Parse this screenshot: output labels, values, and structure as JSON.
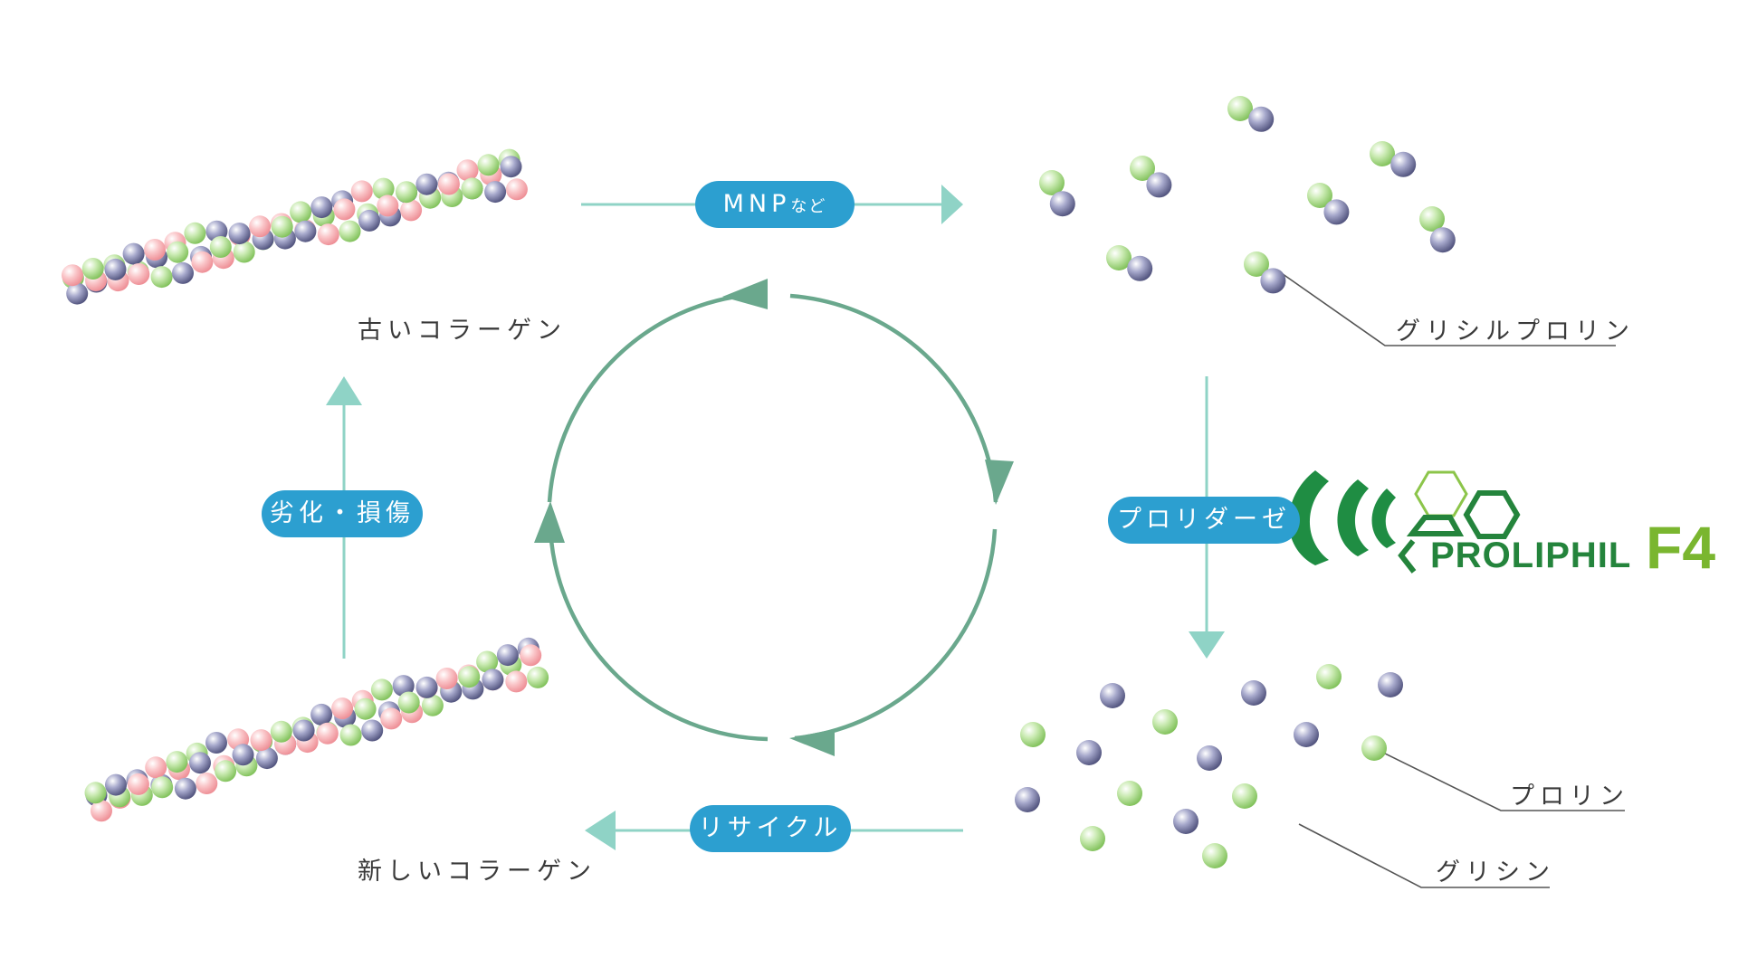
{
  "labels": {
    "old_collagen": "古いコラーゲン",
    "new_collagen": "新しいコラーゲン",
    "glycylproline": "グリシルプロリン",
    "proline": "プロリン",
    "glycine": "グリシン"
  },
  "steps": {
    "mnp_main": "MNP",
    "mnp_sub": "など",
    "deterioration": "劣化・損傷",
    "prolidase": "プロリダーゼ",
    "recycle": "リサイクル"
  },
  "logo": {
    "text": "PROLIPHIL",
    "suffix": "F4"
  },
  "colors": {
    "pill_blue": "#2c9fd0",
    "arrow_teal": "#8fd3c6",
    "cycle_green": "#6aa88d",
    "bead_green": "#a6d98a",
    "bead_purple": "#7a7ca8",
    "bead_pink": "#f4a8ad",
    "logo_dark_green": "#24843c",
    "logo_light_green": "#7ab62f"
  }
}
